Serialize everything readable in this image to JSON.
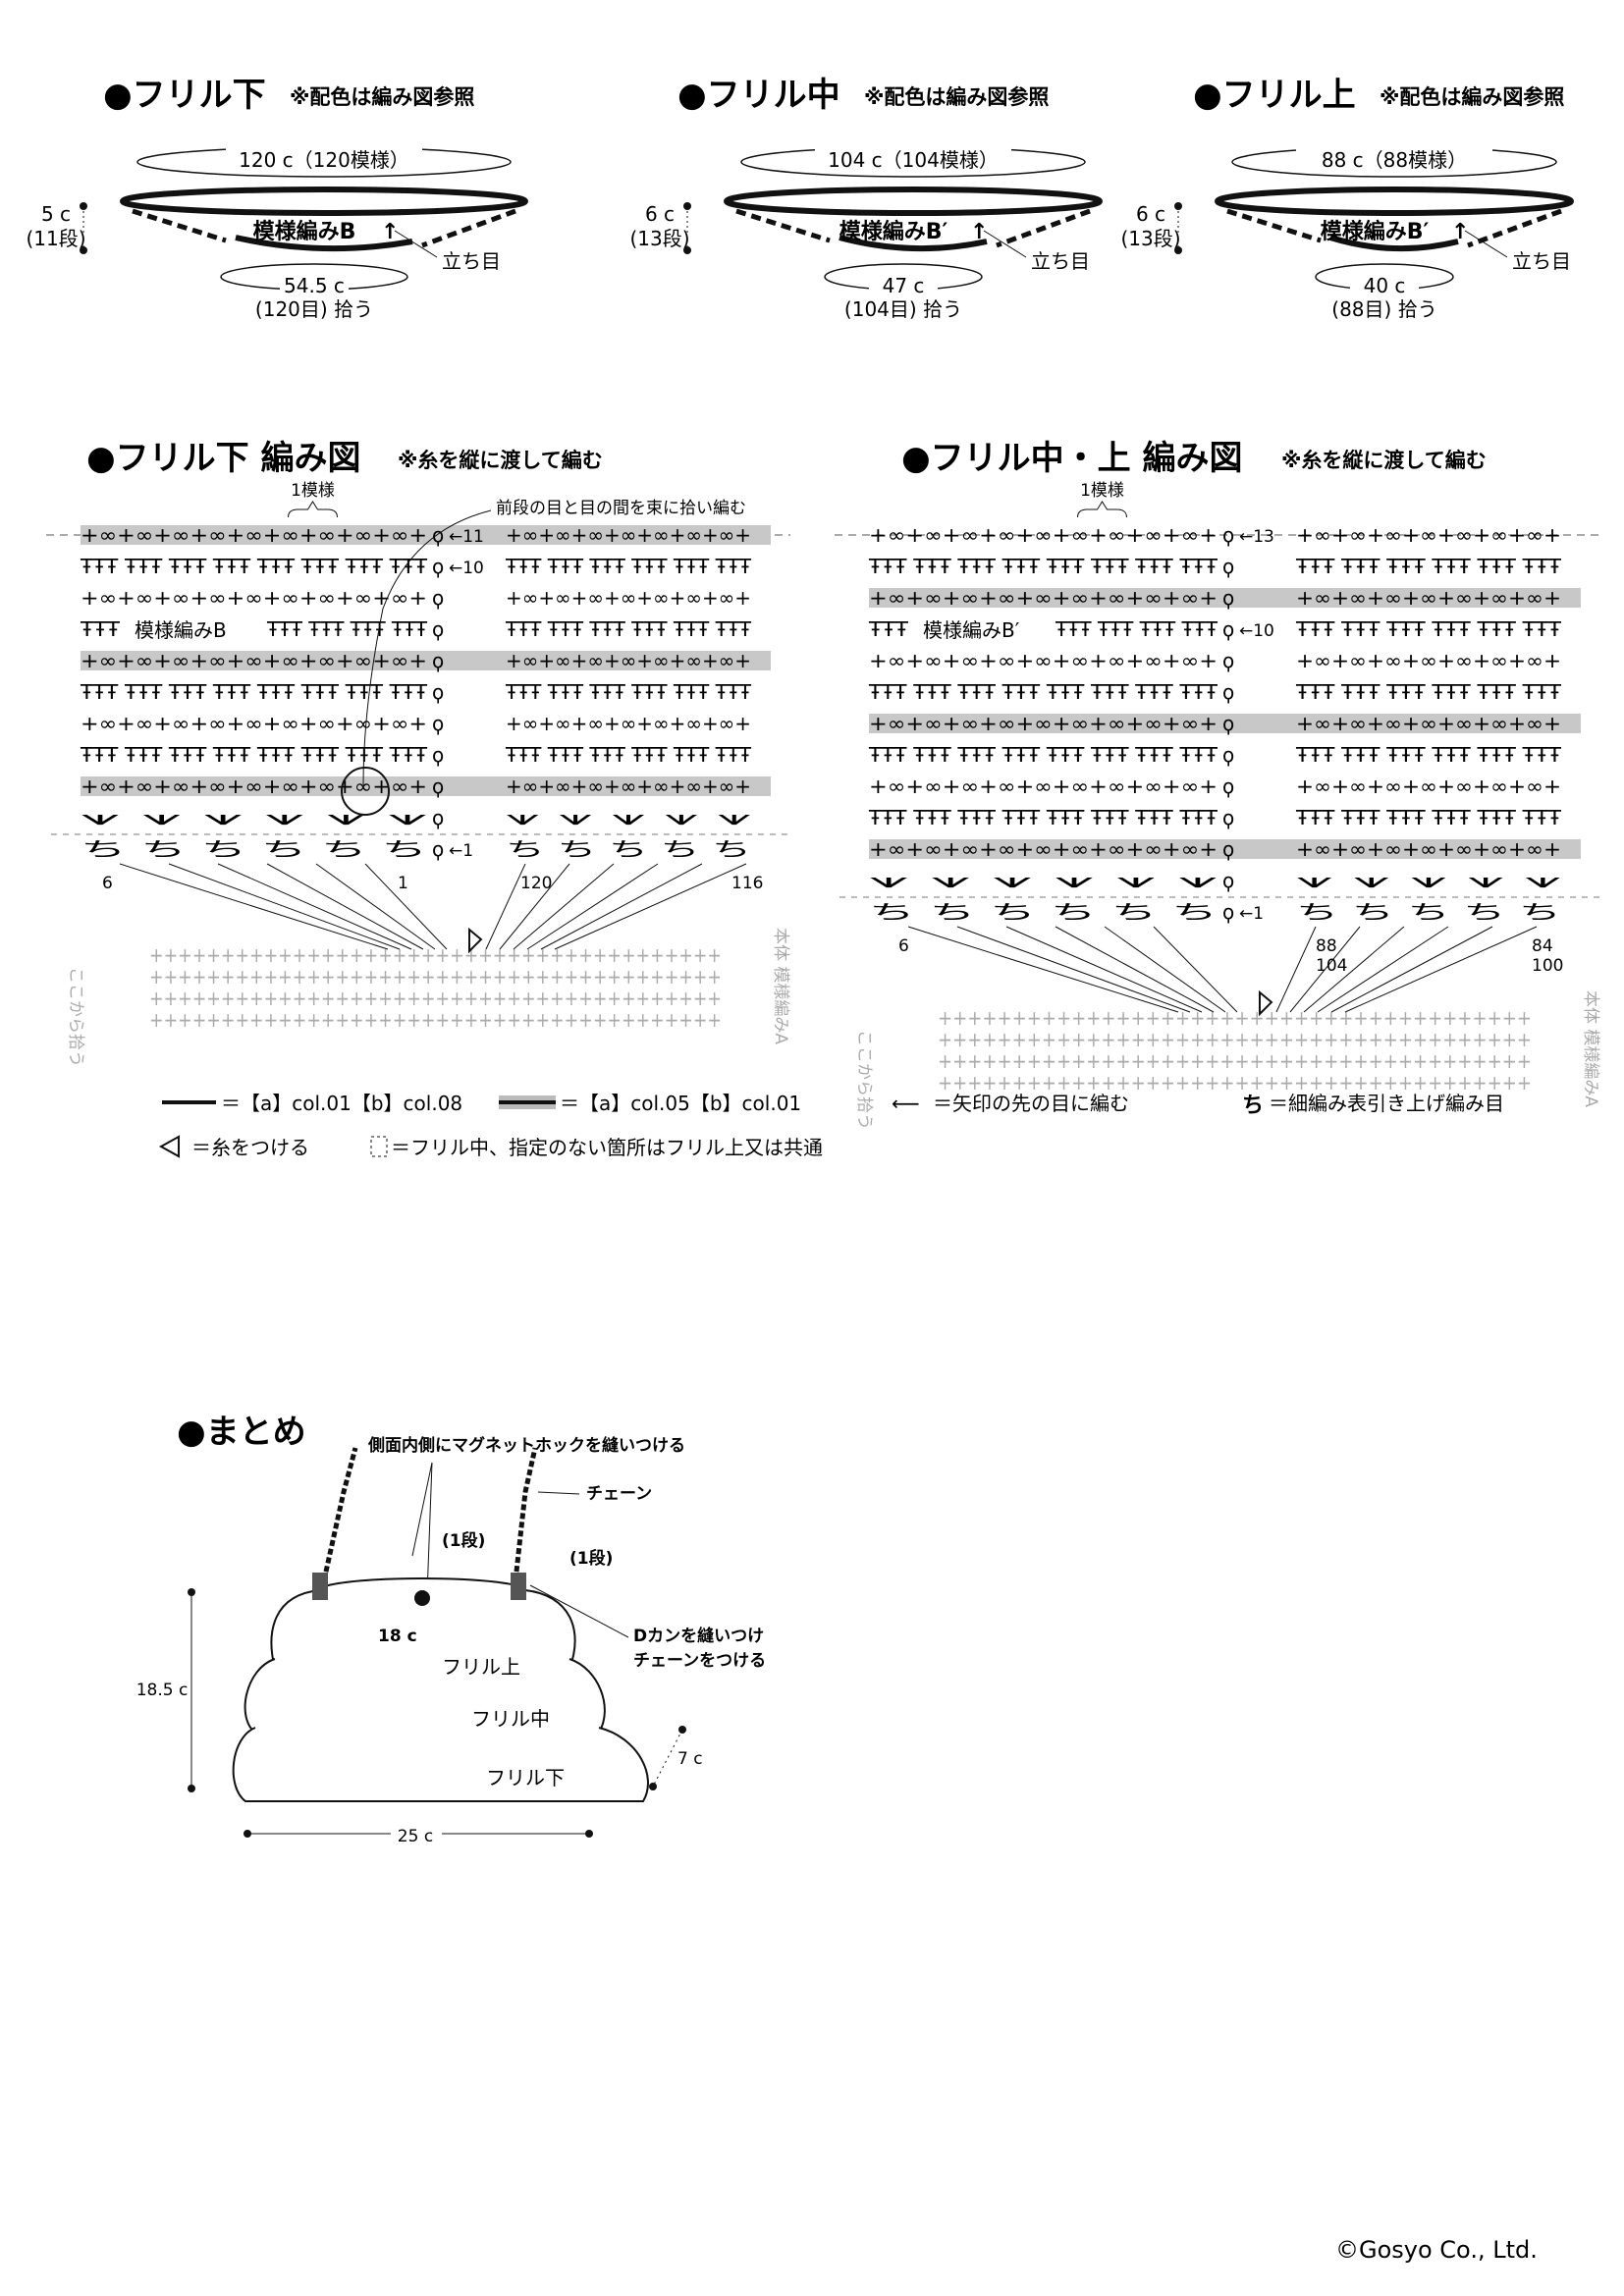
{
  "frills": [
    {
      "title": "●フリル下",
      "note": "※配色は編み図参照",
      "circumference": "120 c（120模様）",
      "height_cm": "5 c",
      "height_rows": "(11段)",
      "pattern": "模様編みB",
      "start": "立ち目",
      "bottom_cm": "54.5 c",
      "bottom_pick": "(120目) 拾う"
    },
    {
      "title": "●フリル中",
      "note": "※配色は編み図参照",
      "circumference": "104 c（104模様）",
      "height_cm": "6 c",
      "height_rows": "(13段)",
      "pattern": "模様編みB′",
      "start": "立ち目",
      "bottom_cm": "47 c",
      "bottom_pick": "(104目) 拾う"
    },
    {
      "title": "●フリル上",
      "note": "※配色は編み図参照",
      "circumference": "88 c（88模様）",
      "height_cm": "6 c",
      "height_rows": "(13段)",
      "pattern": "模様編みB′",
      "start": "立ち目",
      "bottom_cm": "40 c",
      "bottom_pick": "(88目) 拾う"
    }
  ],
  "charts": [
    {
      "title": "●フリル下 編み図",
      "note": "※糸を縦に渡して編む",
      "repeat": "1模様",
      "callout": "前段の目と目の間を束に拾い編む",
      "pattern": "模様編みB",
      "row_top": "←11",
      "row_mid": "←10",
      "row_first": "←1",
      "counts": [
        "6",
        "1",
        "120",
        "116"
      ],
      "body_label": "本体 模様編みA",
      "pick_label": "ここから拾う"
    },
    {
      "title": "●フリル中・上 編み図",
      "note": "※糸を縦に渡して編む",
      "repeat": "1模様",
      "pattern": "模様編みB′",
      "row_top": "←13",
      "row_mid": "←10",
      "row_first": "←1",
      "counts": [
        "6",
        "88",
        "104",
        "84",
        "100"
      ],
      "body_label": "本体 模様編みA",
      "pick_label": "ここから拾う"
    }
  ],
  "legend": {
    "line_a": "＝【a】col.01【b】col.08",
    "line_b": "＝【a】col.05【b】col.01",
    "arrow": "＝矢印の先の目に編む",
    "stitch": "＝細編み表引き上げ編み目",
    "attach": "＝糸をつける",
    "dashed": "＝フリル中、指定のない箇所はフリル上又は共通"
  },
  "finish": {
    "title": "●まとめ",
    "magnet": "側面内側にマグネットホックを縫いつける",
    "chain": "チェーン",
    "row1a": "(1段)",
    "row1b": "(1段)",
    "dkan1": "Dカンを縫いつけ",
    "dkan2": "チェーンをつける",
    "opening": "18 c",
    "frill_top": "フリル上",
    "frill_mid": "フリル中",
    "frill_bottom": "フリル下",
    "height": "18.5 c",
    "depth": "7 c",
    "width": "25 c"
  },
  "copyright": "©Gosyo Co., Ltd."
}
